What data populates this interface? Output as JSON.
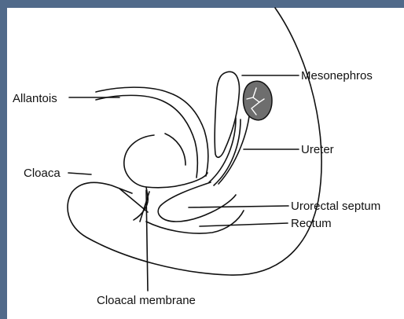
{
  "labels": {
    "allantois": "Allantois",
    "mesonephros": "Mesonephros",
    "ureter": "Ureter",
    "cloaca": "Cloaca",
    "urorectal_septum": "Urorectal septum",
    "rectum": "Rectum",
    "cloacal_membrane": "Cloacal membrane"
  },
  "colors": {
    "frame": "#516a8a",
    "background": "#ffffff",
    "line": "#111111",
    "mesonephros_fill": "#6e6e6e"
  }
}
